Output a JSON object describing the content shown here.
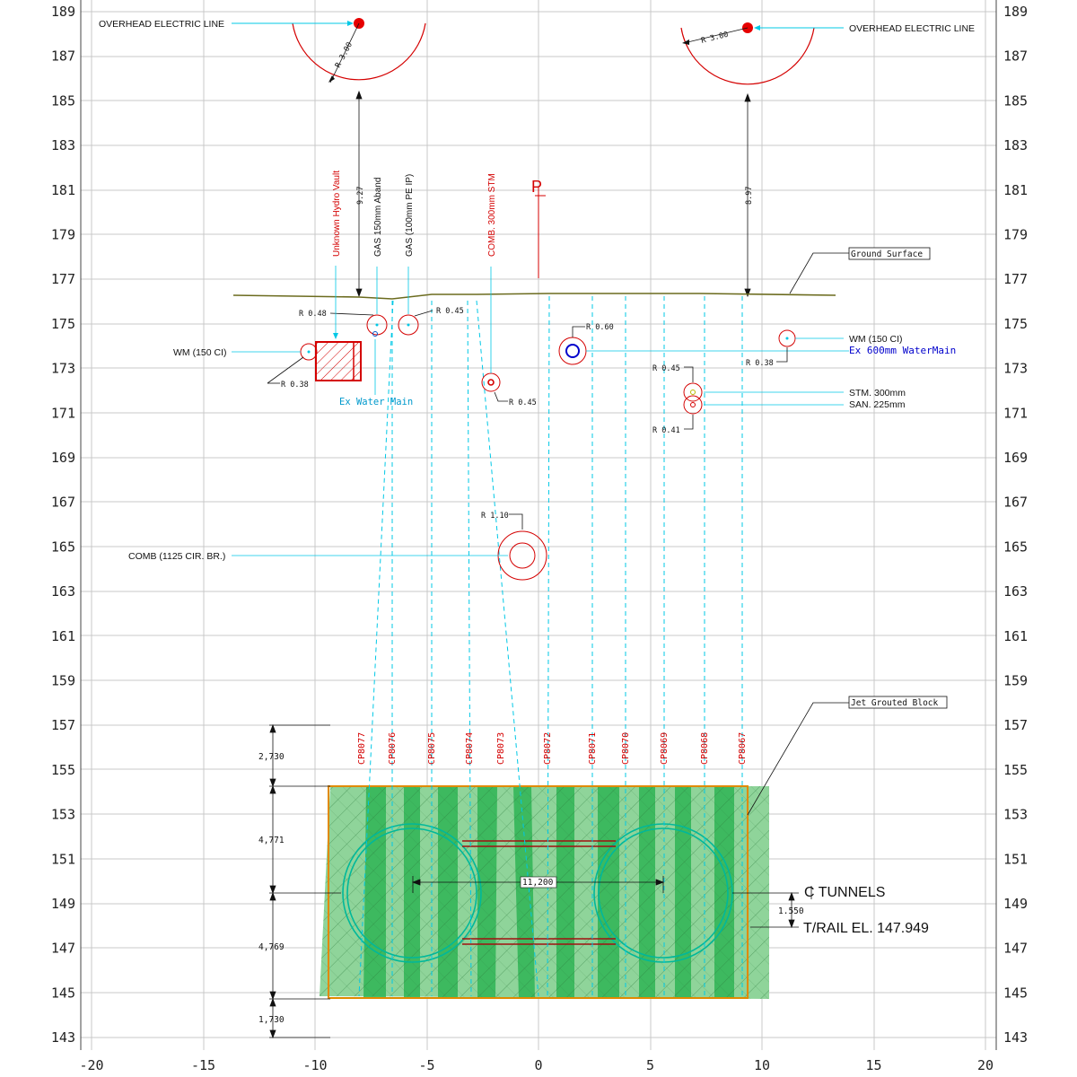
{
  "colors": {
    "grid": "#c8c8c8",
    "red": "#d40000",
    "cyan": "#00c8e6",
    "blue": "#0000cc",
    "olive": "#6b6b1e",
    "green": "#1faa4a",
    "lightgreen": "#8fd49a",
    "orange": "#e08a00",
    "teal": "#00b89a"
  },
  "axes": {
    "x_ticks": [
      "-20",
      "-15",
      "-10",
      "-5",
      "0",
      "5",
      "10",
      "15",
      "20"
    ],
    "y_ticks": [
      "189",
      "187",
      "185",
      "183",
      "181",
      "179",
      "177",
      "175",
      "173",
      "171",
      "169",
      "167",
      "165",
      "163",
      "161",
      "159",
      "157",
      "155",
      "153",
      "151",
      "149",
      "147",
      "145",
      "143"
    ]
  },
  "labels": {
    "oh_left": "OVERHEAD  ELECTRIC LINE",
    "oh_right": "OVERHEAD  ELECTRIC LINE",
    "r300_left": "R 3.00",
    "r300_right": "R 3.00",
    "dim_927": "9.27",
    "dim_897": "8.97",
    "hydro_vault": "Unknown Hydro Vault",
    "gas150": "GAS 150mm Aband",
    "gas100": "GAS (100mm PE IP)",
    "comb300": "COMB. 300mm STM",
    "pl_symbol": "PL",
    "ground_surface": "Ground Surface",
    "r048": "R 0.48",
    "r045_gas": "R 0.45",
    "r060": "R 0.60",
    "wm150_left": "WM (150 CI)",
    "wm150_right": "WM (150 CI)",
    "r038_left": "R 0.38",
    "r038_right": "R 0.38",
    "ex_water_main": "Ex Water Main",
    "r045_stm": "R 0.45",
    "ex600": "Ex 600mm WaterMain",
    "r045_right": "R 0.45",
    "stm300": "STM. 300mm",
    "san225": "SAN. 225mm",
    "r041": "R 0.41",
    "r110": "R 1.10",
    "comb1125": "COMB (1125 CIR. BR.)",
    "jet_grouted": "Jet Grouted Block",
    "cl_tunnels": "C TUNNELS",
    "trail": "T/RAIL EL. 147.949",
    "dim_2730": "2,730",
    "dim_4771": "4,771",
    "dim_4769": "4,769",
    "dim_1730": "1,730",
    "dim_11200": "11,200",
    "dim_1550": "1.550"
  },
  "cp_labels": [
    "CP8077",
    "CP8076",
    "CP8075",
    "CP8074",
    "CP8073",
    "CP8072",
    "CP8071",
    "CP8070",
    "CP8069",
    "CP8068",
    "CP8067"
  ]
}
